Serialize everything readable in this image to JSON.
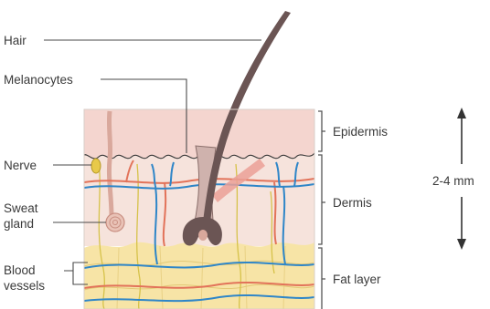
{
  "labels": {
    "hair": "Hair",
    "melanocytes": "Melanocytes",
    "nerve": "Nerve",
    "sweat_gland_line1": "Sweat",
    "sweat_gland_line2": "gland",
    "blood_vessels_line1": "Blood",
    "blood_vessels_line2": "vessels",
    "epidermis": "Epidermis",
    "dermis": "Dermis",
    "fat_layer": "Fat layer",
    "thickness": "2-4 mm"
  },
  "colors": {
    "epidermis": "#f4d5cf",
    "dermis": "#f6e3dc",
    "fat": "#f7e4a6",
    "fat_cell": "#fbeec0",
    "hair": "#6b5554",
    "artery": "#e2735a",
    "vein": "#2f86c8",
    "nerve": "#d6c24a",
    "gland": "#d9a89c",
    "leader": "#4a4a4a"
  }
}
